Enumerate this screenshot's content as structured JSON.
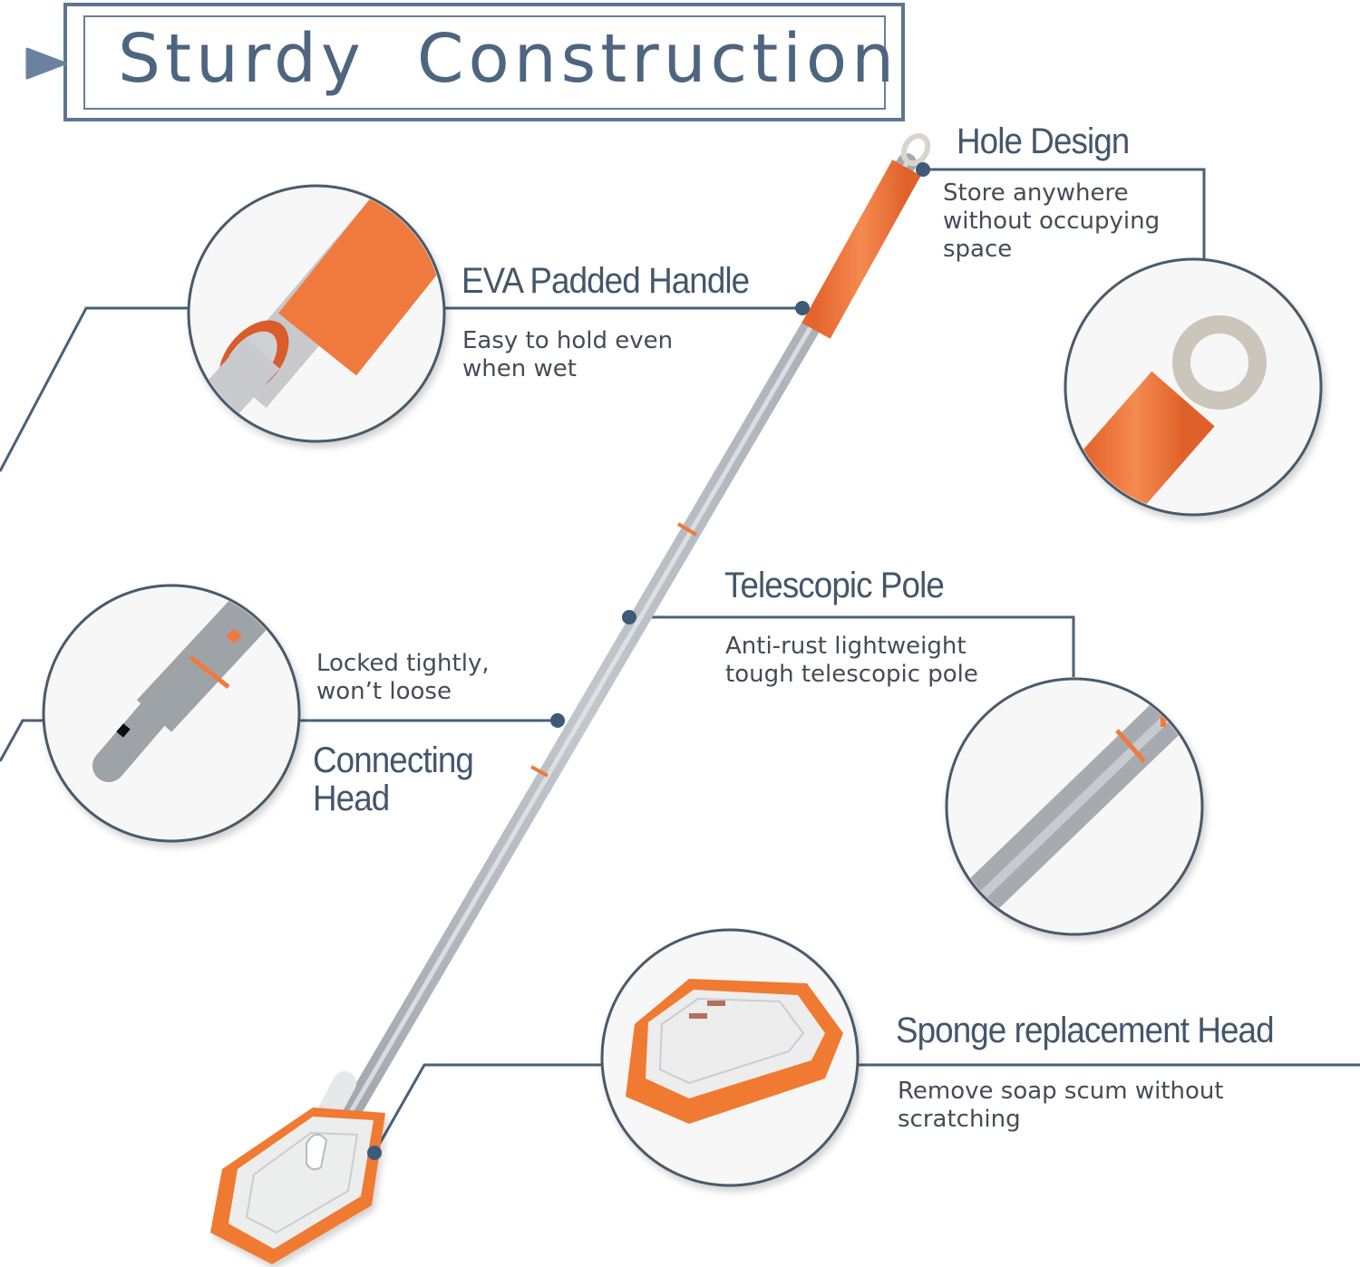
{
  "header": {
    "title": "Sturdy  Construction"
  },
  "colors": {
    "frame": "#5d7690",
    "heading_text": "#44566b",
    "body_text": "#444c55",
    "accent_orange": "#f07a3c",
    "pole_gray": "#b8bdc3",
    "callout_dot": "#3d5a78"
  },
  "features": [
    {
      "id": "hole-design",
      "title": "Hole Design",
      "description": "Store anywhere\nwithout occupying\nspace"
    },
    {
      "id": "eva-handle",
      "title": "EVA Padded Handle",
      "description": "Easy to hold even\nwhen wet"
    },
    {
      "id": "telescopic-pole",
      "title": "Telescopic  Pole",
      "description": "Anti-rust lightweight\ntough telescopic pole"
    },
    {
      "id": "connecting-head",
      "title": "Connecting\nHead",
      "description": "Locked tightly,\nwon’t loose"
    },
    {
      "id": "sponge-head",
      "title": "Sponge replacement Head",
      "description": "Remove soap scum without\nscratching"
    }
  ]
}
